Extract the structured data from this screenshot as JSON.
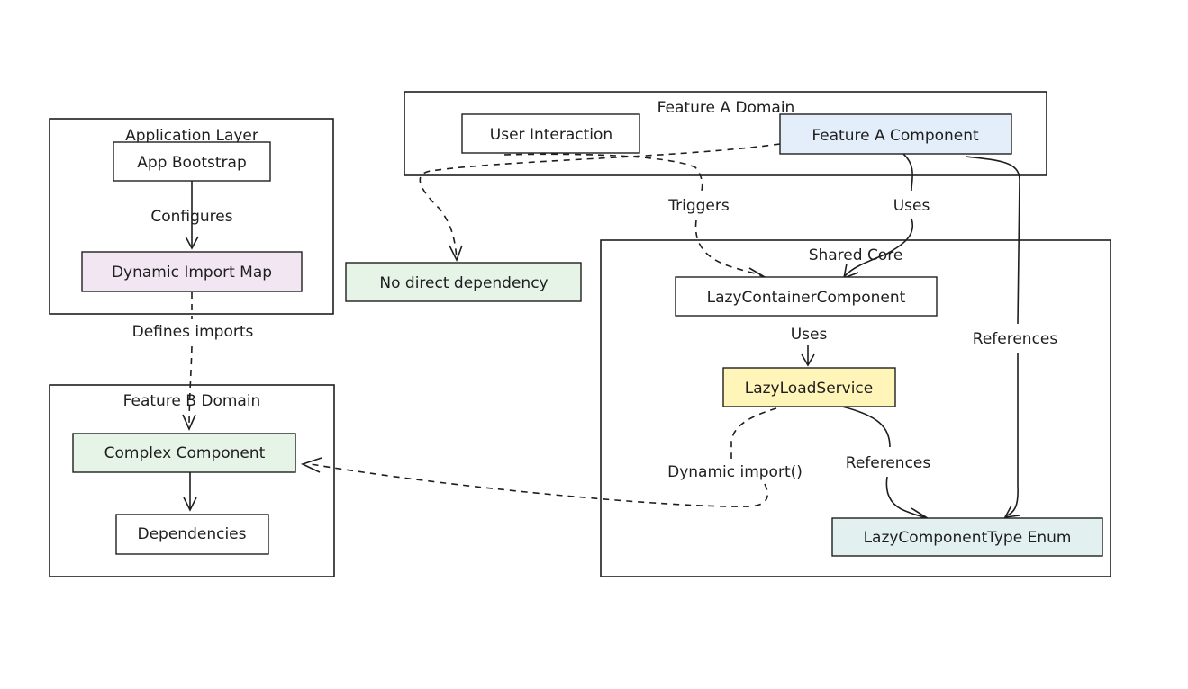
{
  "groups": {
    "application_layer": "Application Layer",
    "feature_a_domain": "Feature A Domain",
    "feature_b_domain": "Feature B Domain",
    "shared_core": "Shared Core"
  },
  "nodes": {
    "app_bootstrap": "App Bootstrap",
    "dynamic_import_map": "Dynamic Import Map",
    "user_interaction": "User Interaction",
    "feature_a_component": "Feature A Component",
    "no_direct_dependency": "No direct dependency",
    "lazy_container_component": "LazyContainerComponent",
    "lazy_load_service": "LazyLoadService",
    "lazy_component_type_enum": "LazyComponentType Enum",
    "complex_component": "Complex Component",
    "dependencies": "Dependencies"
  },
  "edges": {
    "configures": "Configures",
    "defines_imports": "Defines imports",
    "triggers": "Triggers",
    "uses_feature_a": "Uses",
    "references_feature_a": "References",
    "uses_container": "Uses",
    "references_service": "References",
    "dynamic_import": "Dynamic import()"
  },
  "colors": {
    "stroke": "#1e1e1e",
    "white": "#ffffff",
    "purple_fill": "#f3e6f3",
    "blue_fill": "#e3eefa",
    "green_fill": "#e6f3e7",
    "yellow_fill": "#fff5b8",
    "teal_fill": "#e2f1ef"
  }
}
